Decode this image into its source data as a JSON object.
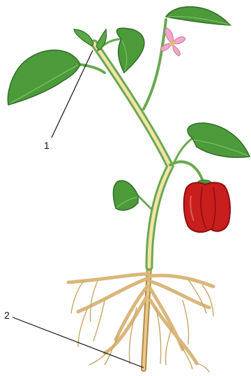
{
  "callouts": [
    {
      "id": "1",
      "text": "1",
      "target": "shoot-growing-tip"
    },
    {
      "id": "2",
      "text": "2",
      "target": "root-tip"
    }
  ],
  "colors": {
    "leaf": "#4c9a3a",
    "leaf_dark": "#2f6e25",
    "stem": "#6aa84f",
    "stem_core": "#f3e3a8",
    "root": "#d9b77a",
    "root_dark": "#b58a45",
    "fruit": "#c81e1e",
    "fruit_dark": "#8e0f0f",
    "flower": "#f2a6c8"
  }
}
